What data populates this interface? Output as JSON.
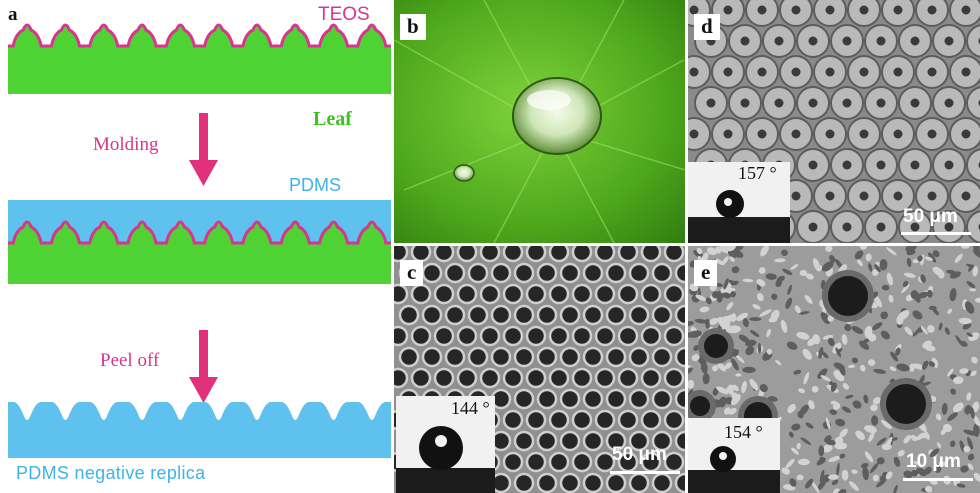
{
  "panel_a": {
    "label": "a",
    "teos_label": "TEOS",
    "leaf_label": "Leaf",
    "molding_label": "Molding",
    "pdms_label": "PDMS",
    "peel_label": "Peel off",
    "replica_label": "PDMS negative replica"
  },
  "panel_b": {
    "label": "b"
  },
  "panel_c": {
    "label": "c",
    "angle": "144 °",
    "scale": "50 μm"
  },
  "panel_d": {
    "label": "d",
    "angle": "157 °",
    "scale": "50 μm"
  },
  "panel_e": {
    "label": "e",
    "angle": "154 °",
    "scale": "10 μm"
  },
  "colors": {
    "leaf_green": "#4fd233",
    "teos_magenta": "#d8358f",
    "pdms_blue": "#5ec1ee",
    "label_text_blue": "#3fb2e8",
    "arrow_pink": "#e0317a"
  }
}
